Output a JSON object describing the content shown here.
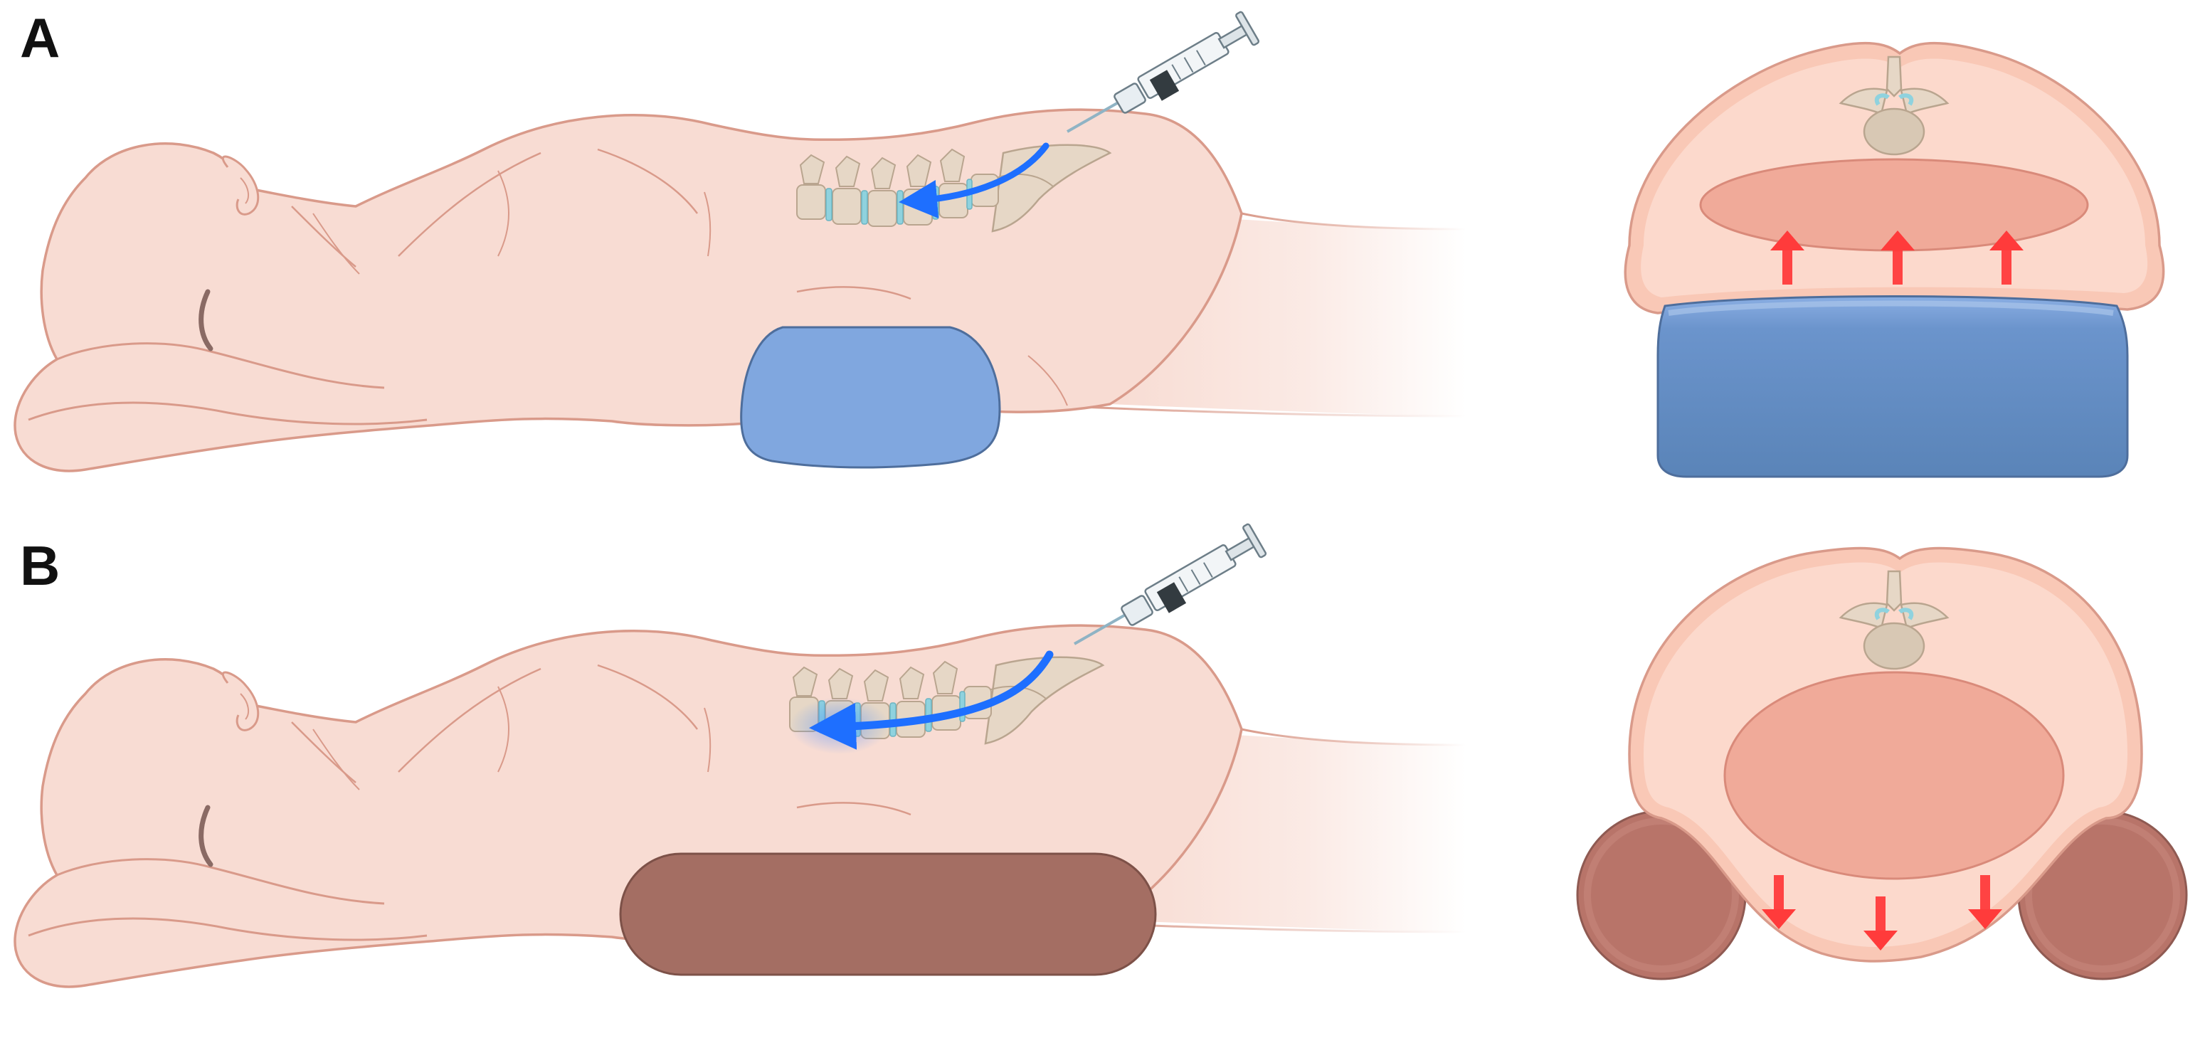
{
  "panels": [
    {
      "label": "A",
      "support": "blue-bolster",
      "abdomen_pressure": "compressed-upward",
      "injectate_spread": "short"
    },
    {
      "label": "B",
      "support": "brown-roll",
      "abdomen_pressure": "free-downward",
      "injectate_spread": "long"
    }
  ],
  "colors": {
    "skin": "#f8dcd3",
    "skin_outline": "#d99a8a",
    "cross_section_fill": "#f9c8b6",
    "cross_section_inner": "#fcd9cc",
    "viscera": "#f0aa99",
    "blue_support": "#80a7df",
    "blue_support_dark": "#5c87ba",
    "brown_support": "#a46e63",
    "brown_support_cross": "#b87469",
    "pressure_arrow": "#ff3b3b",
    "spread_arrow": "#1e6fff",
    "bone": "#e6d7c6",
    "disc": "#8fd2de"
  },
  "icons": [
    "syringe-icon",
    "spine-icon",
    "arrow-up-icon",
    "arrow-down-icon"
  ]
}
